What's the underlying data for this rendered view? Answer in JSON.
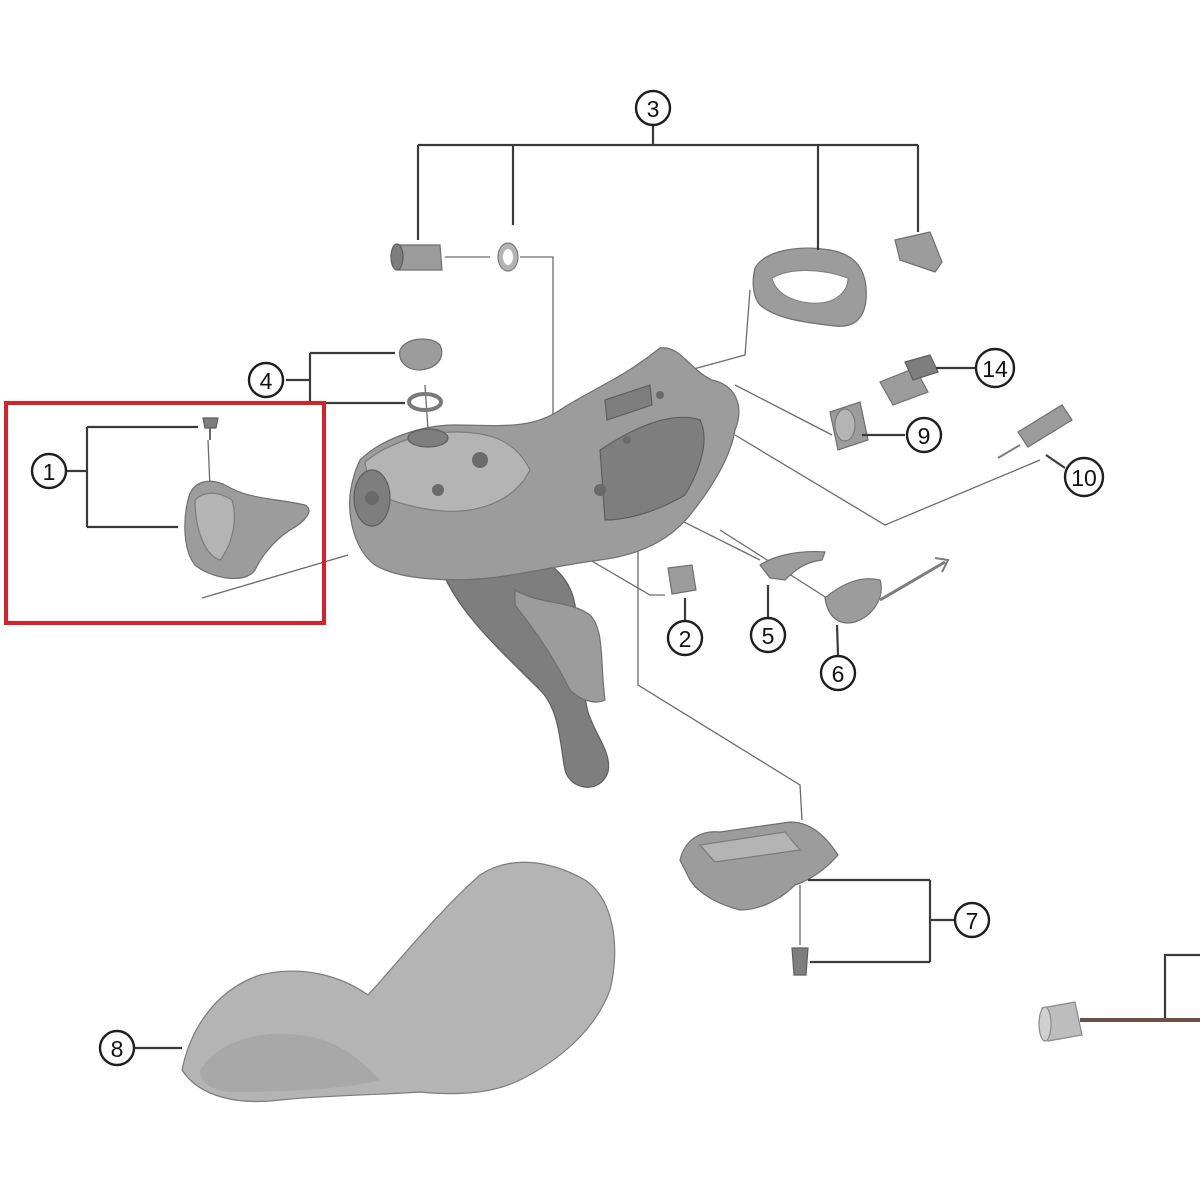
{
  "callouts": [
    {
      "id": "c1",
      "label": "1"
    },
    {
      "id": "c2",
      "label": "2"
    },
    {
      "id": "c3",
      "label": "3"
    },
    {
      "id": "c4",
      "label": "4"
    },
    {
      "id": "c5",
      "label": "5"
    },
    {
      "id": "c6",
      "label": "6"
    },
    {
      "id": "c7",
      "label": "7"
    },
    {
      "id": "c8",
      "label": "8"
    },
    {
      "id": "c9",
      "label": "9"
    },
    {
      "id": "c10",
      "label": "10"
    },
    {
      "id": "c14",
      "label": "14"
    }
  ],
  "highlight": {
    "color": "#d6202a",
    "target": "1"
  },
  "colors": {
    "part_gray": "#9c9c9c",
    "line": "#3a3a3a"
  }
}
